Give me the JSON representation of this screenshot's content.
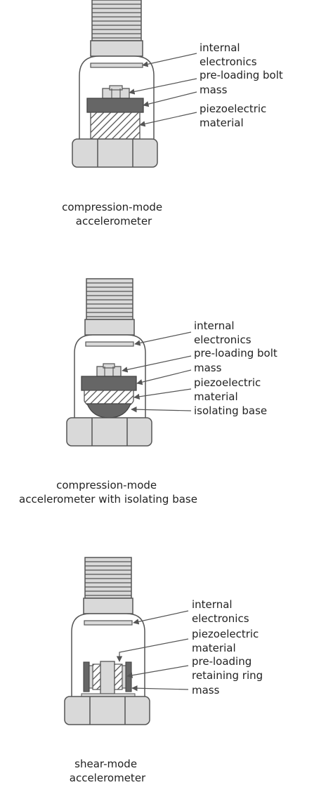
{
  "diagrams": [
    {
      "caption_lines": [
        "compression-mode",
        "accelerometer"
      ],
      "labels": [
        {
          "lines": [
            "internal",
            "electronics"
          ]
        },
        {
          "lines": [
            "pre-loading bolt"
          ]
        },
        {
          "lines": [
            "mass"
          ]
        },
        {
          "lines": [
            "piezoelectric",
            "material"
          ]
        }
      ]
    },
    {
      "caption_lines": [
        "compression-mode",
        "accelerometer with isolating base"
      ],
      "labels": [
        {
          "lines": [
            "internal",
            "electronics"
          ]
        },
        {
          "lines": [
            "pre-loading bolt"
          ]
        },
        {
          "lines": [
            "mass"
          ]
        },
        {
          "lines": [
            "piezoelectric",
            "material"
          ]
        },
        {
          "lines": [
            "isolating base"
          ]
        }
      ]
    },
    {
      "caption_lines": [
        "shear-mode",
        "accelerometer"
      ],
      "labels": [
        {
          "lines": [
            "internal",
            "electronics"
          ]
        },
        {
          "lines": [
            "piezoelectric",
            "material"
          ]
        },
        {
          "lines": [
            "pre-loading",
            "retaining ring"
          ]
        },
        {
          "lines": [
            "mass"
          ]
        }
      ]
    }
  ],
  "colors": {
    "body_fill": "#d9d9d9",
    "stroke": "#555555",
    "mass_fill": "#666666",
    "hatch": "#555555",
    "leader": "#555555"
  }
}
